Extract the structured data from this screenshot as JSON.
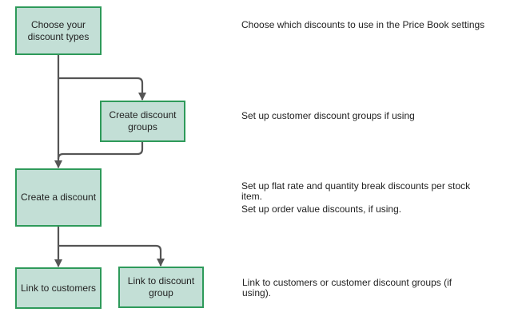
{
  "diagram": {
    "colors": {
      "box_fill": "#c3dfd6",
      "box_border": "#2e9a5a",
      "connector": "#555555"
    },
    "nodes": [
      {
        "id": "choose-types",
        "label": "Choose your discount types"
      },
      {
        "id": "create-groups",
        "label": "Create discount groups"
      },
      {
        "id": "create-discount",
        "label": "Create a discount"
      },
      {
        "id": "link-customers",
        "label": "Link to customers"
      },
      {
        "id": "link-group",
        "label": "Link to discount group"
      }
    ],
    "notes": [
      "Choose which discounts to use in the Price Book settings",
      "Set up customer discount groups if using",
      "Set up flat rate and quantity break discounts per stock item.",
      "Set up order value discounts, if using.",
      "Link to customers or customer discount groups (if using)."
    ],
    "edges": [
      {
        "from": "choose-types",
        "to": "create-groups"
      },
      {
        "from": "choose-types",
        "to": "create-discount"
      },
      {
        "from": "create-groups",
        "to": "create-discount"
      },
      {
        "from": "create-discount",
        "to": "link-customers"
      },
      {
        "from": "create-discount",
        "to": "link-group"
      }
    ]
  }
}
